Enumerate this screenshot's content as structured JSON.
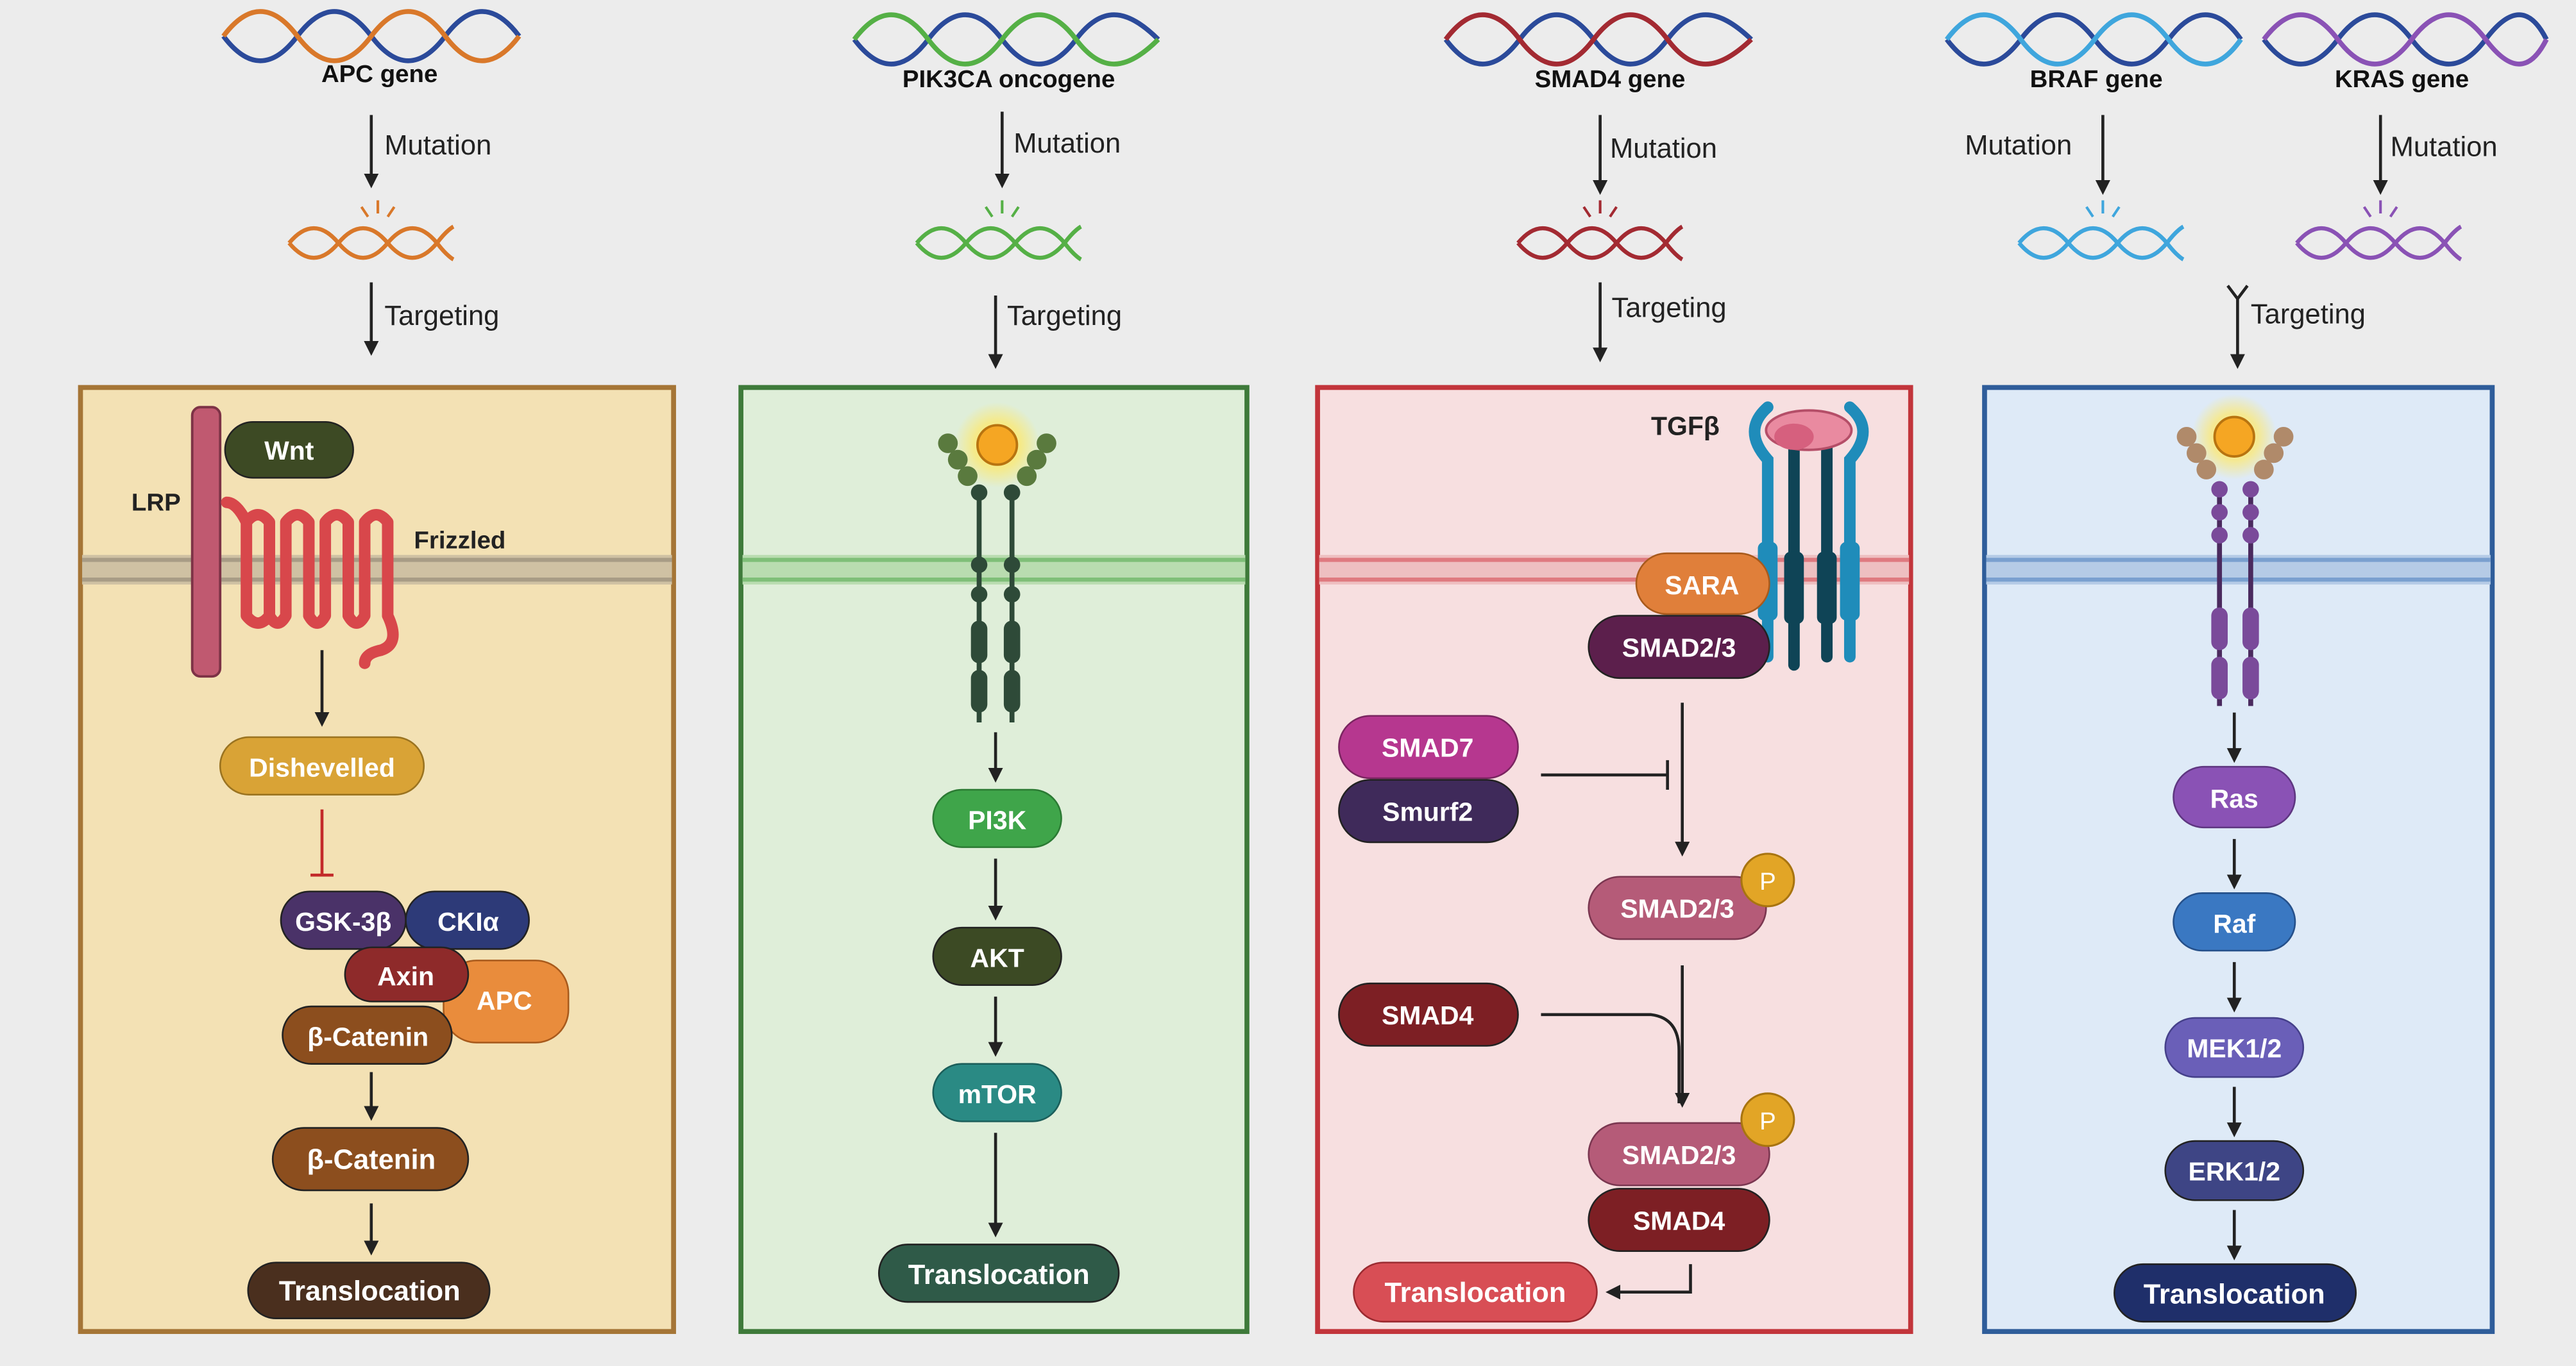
{
  "colors": {
    "background": "#ececec",
    "apc": "#d9782a",
    "pik3ca": "#55b046",
    "smad4": "#a32a32",
    "braf": "#3fa6dd",
    "kras": "#8a52b5",
    "helix_blue": "#2b4a9a"
  },
  "genes": {
    "apc": "APC gene",
    "pik3ca": "PIK3CA oncogene",
    "smad4": "SMAD4 gene",
    "braf": "BRAF gene",
    "kras": "KRAS gene"
  },
  "arrows": {
    "mutation": "Mutation",
    "targeting": "Targeting"
  },
  "wnt": {
    "lrp": "LRP",
    "wnt": "Wnt",
    "frizzled": "Frizzled",
    "dishevelled": "Dishevelled",
    "gsk": "GSK-3β",
    "ck": "CKIα",
    "axin": "Axin",
    "apc": "APC",
    "catenin_complex": "β-Catenin",
    "catenin": "β-Catenin",
    "translocation": "Translocation"
  },
  "pi3k": {
    "pi3k": "PI3K",
    "akt": "AKT",
    "mtor": "mTOR",
    "translocation": "Translocation"
  },
  "tgf": {
    "tgfb": "TGFβ",
    "sara": "SARA",
    "smad23": "SMAD2/3",
    "smad7": "SMAD7",
    "smurf2": "Smurf2",
    "smad23p": "SMAD2/3",
    "phospho": "P",
    "smad4": "SMAD4",
    "smad23p_complex": "SMAD2/3",
    "phospho2": "P",
    "smad4_complex": "SMAD4",
    "translocation": "Translocation"
  },
  "mapk": {
    "ras": "Ras",
    "raf": "Raf",
    "mek": "MEK1/2",
    "erk": "ERK1/2",
    "translocation": "Translocation"
  }
}
